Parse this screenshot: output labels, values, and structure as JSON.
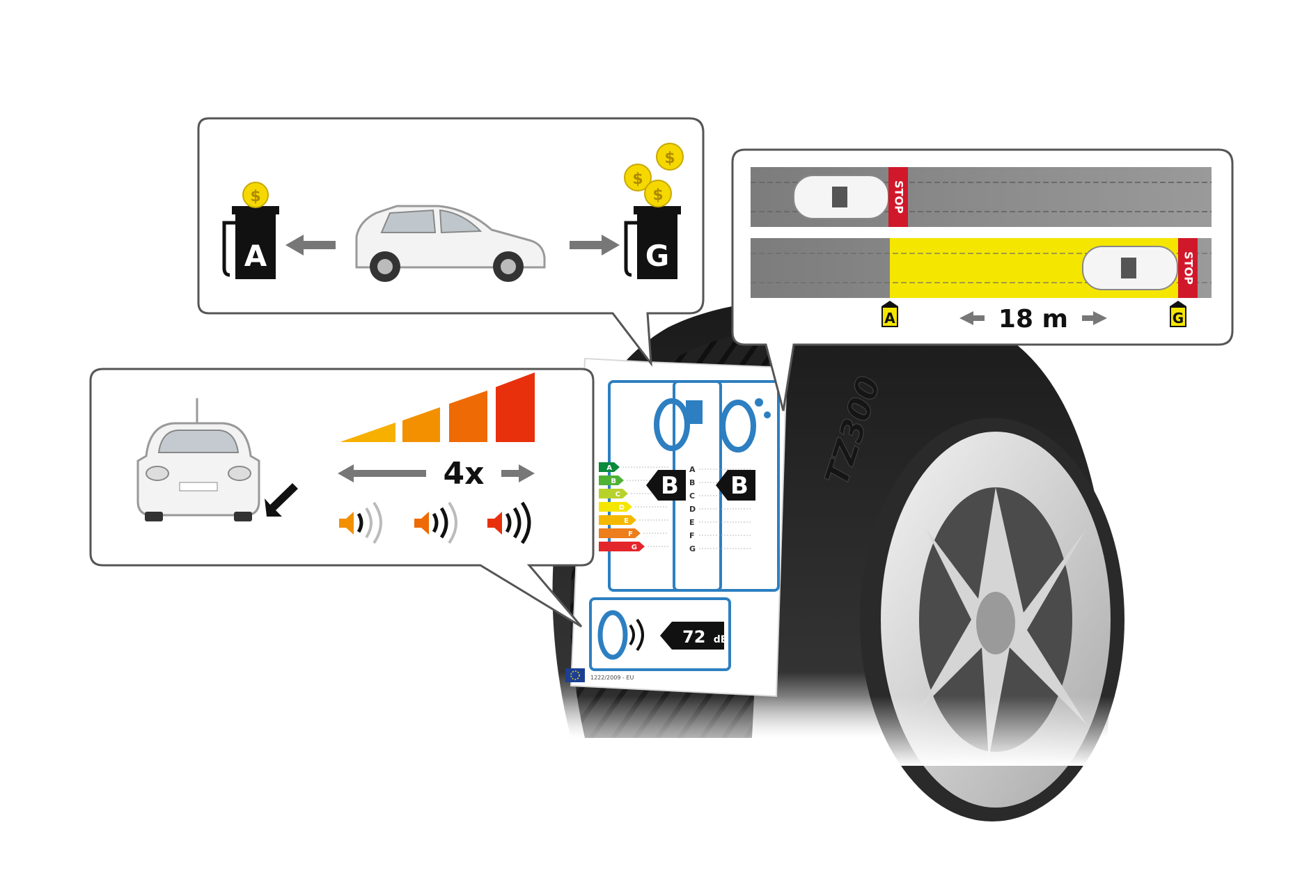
{
  "fuel_panel": {
    "grade_best": "A",
    "grade_worst": "G",
    "coin_symbol": "$",
    "icons": [
      "fuel-pump-icon",
      "car-side-icon",
      "coin-icon",
      "arrow-left-icon",
      "arrow-right-icon"
    ]
  },
  "braking_panel": {
    "stop_label": "STOP",
    "grade_best": "A",
    "grade_worst": "G",
    "distance_text": "18 m",
    "colors": {
      "road": "#8c8c8c",
      "extra_distance": "#f5e600",
      "stop_marker": "#d0182a"
    },
    "icons": [
      "car-top-icon",
      "stop-marker",
      "double-arrow-icon"
    ]
  },
  "noise_panel": {
    "multiplier": "4x",
    "colors": {
      "gradient_start": "#f7a800",
      "gradient_end": "#e8300c"
    },
    "icons": [
      "car-front-icon",
      "speaker-icon",
      "arrow-down-left-icon",
      "double-arrow-icon"
    ]
  },
  "tyre_label": {
    "fuel_scale": [
      "A",
      "B",
      "C",
      "D",
      "E",
      "F",
      "G"
    ],
    "wet_scale": [
      "A",
      "B",
      "C",
      "D",
      "E",
      "F",
      "G"
    ],
    "fuel_rating": "B",
    "wet_rating": "B",
    "noise_value": "72",
    "noise_unit": "dB",
    "regulation": "1222/2009 - EU",
    "scale_colors": [
      "#0a8a3c",
      "#4fb233",
      "#b8d22c",
      "#f5e600",
      "#f5b800",
      "#ee7d1b",
      "#e3262b"
    ],
    "frame_color": "#2d7fc1"
  },
  "tyre": {
    "sidewall_text": "TZ300",
    "icons": [
      "tyre-icon",
      "alloy-wheel-icon"
    ]
  }
}
